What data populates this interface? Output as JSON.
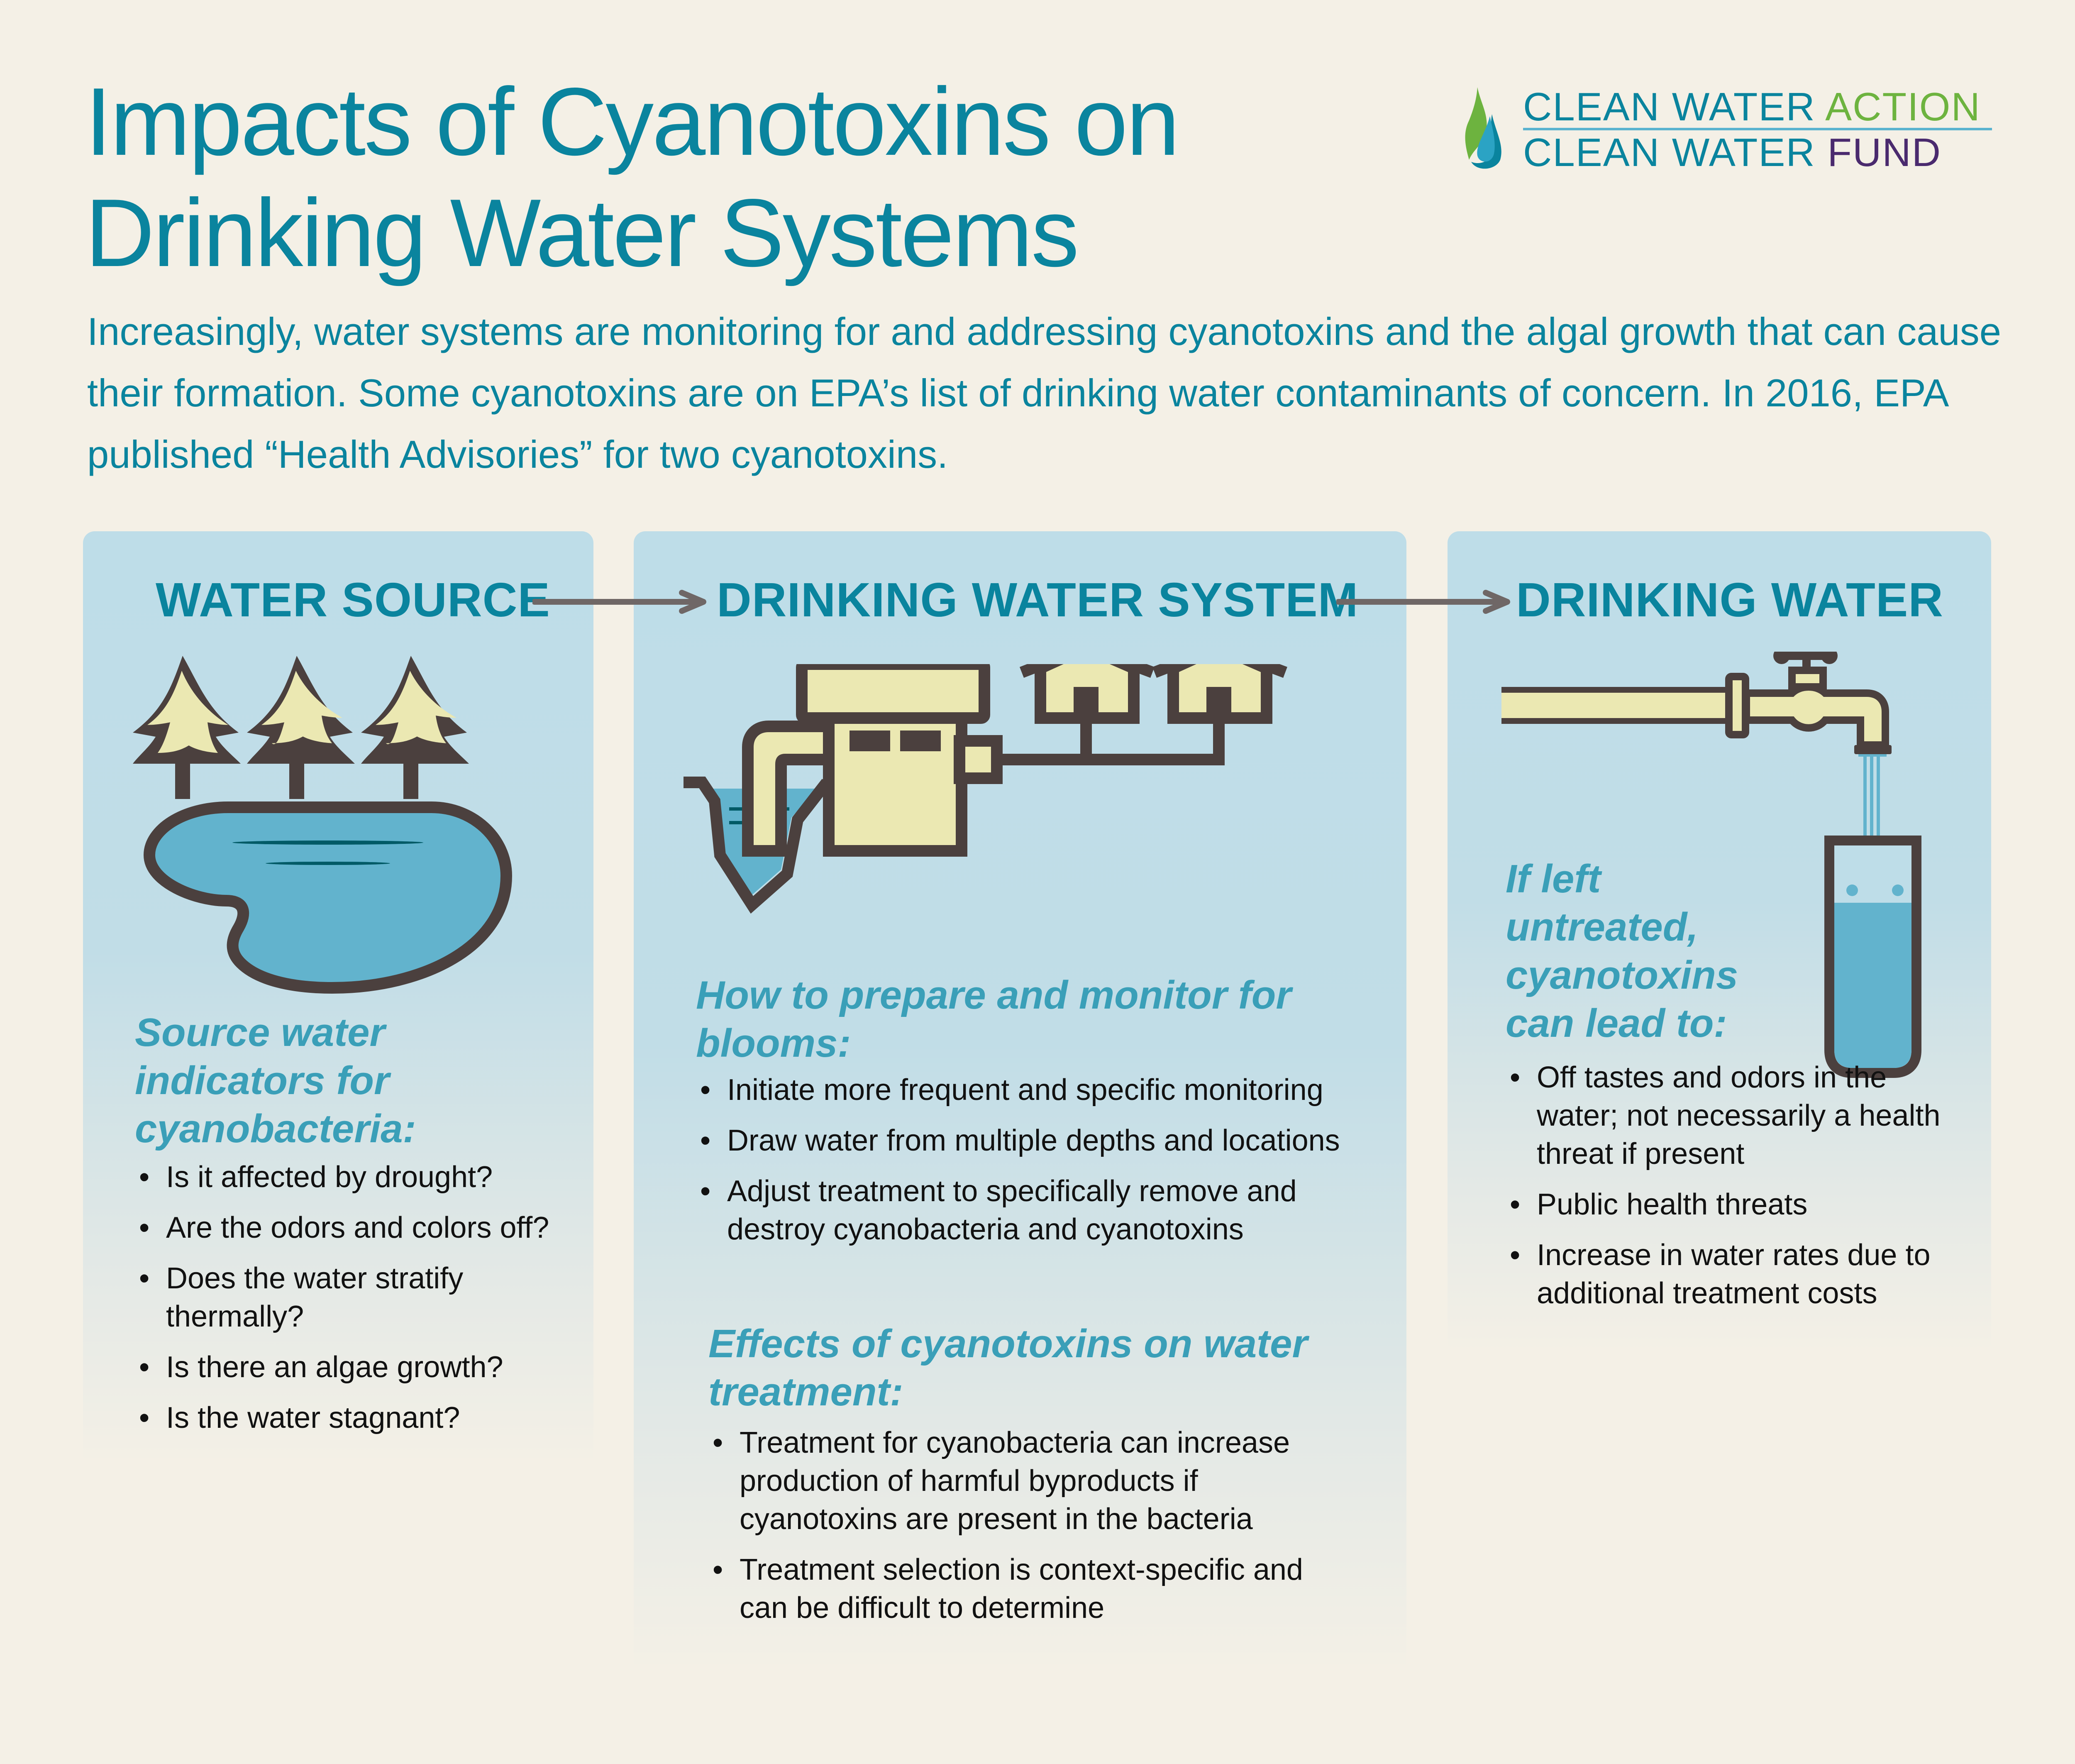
{
  "header": {
    "title_line1": "Impacts of Cyanotoxins on",
    "title_line2": "Drinking Water Systems",
    "intro": "Increasingly, water systems are monitoring for and addressing cyanotoxins and the algal growth that can cause their formation. Some cyanotoxins are on EPA’s list of drinking water contaminants of concern. In 2016, EPA published “Health Advisories” for two cyanotoxins."
  },
  "logo": {
    "line1_prefix": "CLEAN WATER ",
    "line1_accent": "ACTION",
    "line2_prefix": "CLEAN WATER ",
    "line2_accent": "FUND",
    "colors": {
      "primary": "#0a849e",
      "action": "#6db33f",
      "fund": "#4a2a6e"
    }
  },
  "panels": [
    {
      "heading": "WATER SOURCE",
      "icon": "pond-with-trees-icon",
      "subheading": "Source water indicators for cyanobacteria:",
      "bullets": [
        "Is it affected by drought?",
        "Are the odors and colors off?",
        "Does the water stratify thermally?",
        "Is there an algae growth?",
        "Is the water stagnant?"
      ]
    },
    {
      "heading": "DRINKING WATER SYSTEM",
      "icon": "treatment-plant-to-houses-icon",
      "subheading": "How to prepare and monitor for blooms:",
      "bullets": [
        "Initiate more frequent and specific monitoring",
        "Draw water from multiple depths and locations",
        "Adjust treatment to specifically remove and destroy cyanobacteria and cyanotoxins"
      ],
      "subheading2": "Effects of cyanotoxins on water treatment:",
      "bullets2": [
        "Treatment for cyanobacteria can increase production of harmful byproducts if cyanotoxins are present in the bacteria",
        "Treatment selection is context-specific and can be difficult to determine"
      ]
    },
    {
      "heading": "DRINKING WATER",
      "icon": "faucet-filling-glass-icon",
      "subheading": "If left untreated, cyanotoxins can lead to:",
      "bullets": [
        "Off tastes and odors in the water; not necessarily a health threat if present",
        "Public health threats",
        "Increase in water rates due to additional treatment costs"
      ]
    }
  ],
  "colors": {
    "background": "#f4f0e6",
    "panel": "#bedde8",
    "heading": "#0a849e",
    "subheading": "#3a9fb8",
    "outline": "#4b403e",
    "cream": "#ebe8b2",
    "water": "#62b3cd",
    "arrow": "#6f6766"
  }
}
